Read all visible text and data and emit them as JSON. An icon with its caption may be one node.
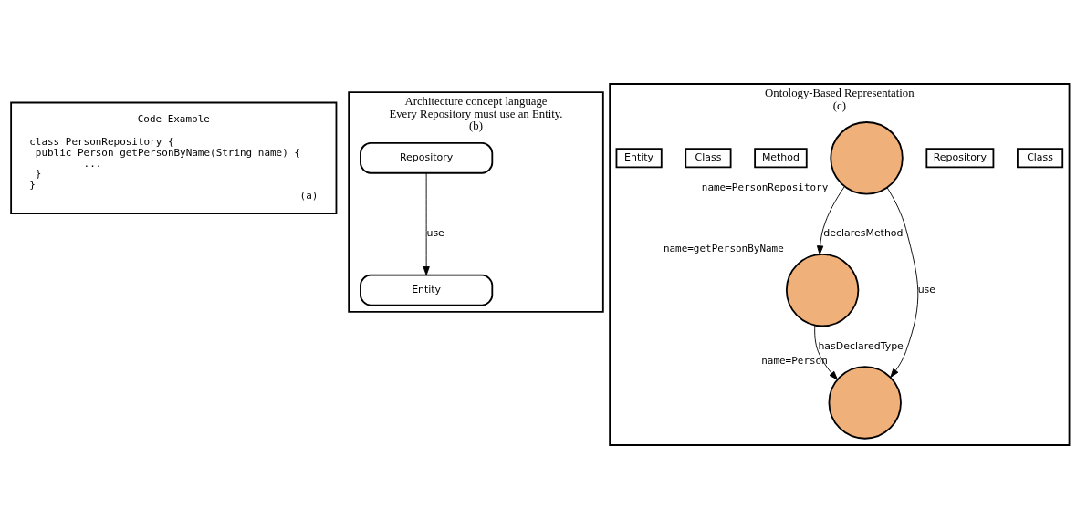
{
  "diagram": {
    "nodes": [
      {
        "text": [
          "Code Example",
          "class PersonRepository {",
          "  public Person getPersonByName(String name) {",
          "          ...",
          "  }",
          "}",
          "(a)"
        ]
      },
      {
        "text": [
          "Architecture concept language",
          "Every Repository must use an Entity.",
          "(b)"
        ]
      },
      {
        "text": [
          "Repository"
        ],
        "in": 1
      },
      {
        "text": [
          "Entity"
        ],
        "in": 1
      },
      {
        "text": [
          "Ontology-Based Representation",
          "(c)"
        ]
      },
      {
        "text": [
          "Class"
        ],
        "in": 4
      },
      {
        "text": [
          "Repository"
        ],
        "in": 4
      },
      {
        "text": [],
        "shape": "circle",
        "in": 4,
        "beside": [
          "name=PersonRepository"
        ]
      },
      {
        "text": [
          "Method"
        ],
        "in": 4
      },
      {
        "text": [],
        "shape": "circle",
        "in": 4,
        "beside": [
          "name=getPersonByName"
        ]
      },
      {
        "text": [
          "Class"
        ],
        "in": 4
      },
      {
        "text": [
          "Entity"
        ],
        "in": 4
      },
      {
        "text": [],
        "shape": "circle",
        "in": 4,
        "beside": [
          "name=Person"
        ]
      }
    ],
    "edges": [
      {
        "from": 2,
        "to": 3,
        "arrow": "to",
        "label": "use"
      },
      {
        "from": 7,
        "to": 9,
        "arrow": "to",
        "label": "declaresMethod"
      },
      {
        "from": 7,
        "to": 12,
        "arrow": "to",
        "label": "use"
      },
      {
        "from": 9,
        "to": 12,
        "arrow": "to",
        "label": "hasDeclaredType"
      }
    ]
  }
}
